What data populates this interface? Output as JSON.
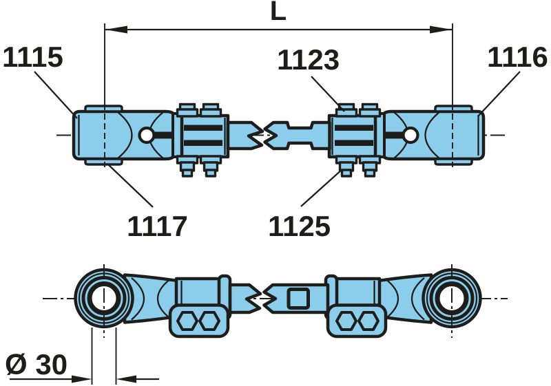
{
  "diagram": {
    "dimensions": {
      "length_label": "L",
      "bore_diameter_label": "Ø 30"
    },
    "part_labels": {
      "l1115": "1115",
      "l1123": "1123",
      "l1116": "1116",
      "l1117": "1117",
      "l1125": "1125"
    },
    "colors": {
      "part_fill": "#8CCDEB",
      "line": "#1D1D1B",
      "background": "#FFFFFF"
    }
  }
}
